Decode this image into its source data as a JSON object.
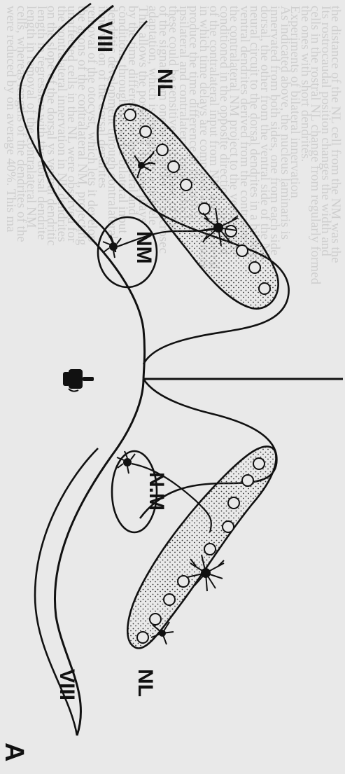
{
  "figure": {
    "panel_letter": "A",
    "labels": {
      "viii_top": "VIII",
      "nl_top": "NL",
      "nm_top": "NM",
      "viii_bottom": "VIII",
      "nl_bottom": "NL",
      "nm_bottom": "N.M"
    },
    "icons": [
      "pointing-hand-icon"
    ],
    "colors": {
      "ink": "#111111",
      "background": "#e9e9e9"
    }
  },
  "background_text": [
    "the distance of the NL cell from the NM was the",
    "Its rostrocaudal position changes the width and",
    "cells in the rostral NL change from regularly formed",
    "the ones with short dendrites.",
    "Experiments of bilateral innervation",
    "As indicated above, the nucleus laminaris is",
    "innervated from both sides, one from each side",
    "dorsal, the other from the ventral side of the NL",
    "neural circuit to the dorsal dendrites in a bilateral",
    "ventral dendrites derived from the contralateral",
    "the contralateral NM project to the ventral side",
    "conditioned in the opposite direction, such that",
    "of the contralateral input from NM and ipsilateral",
    "in which time delays are computed as differences",
    "produce the time difference in the arrival of",
    "ipsilateral and contralateral inputs which",
    "these could be sensitive to the phase of the",
    "of the signal from one to the order of microsec",
    "adaptation, which is thought by a rich ele",
    "This allows the possibility that one plays",
    "by the time difference of ipsilateral and",
    "conditions through the same bilateral input",
    "dendritic development through contralateral",
    "innervation of the dorsal dendrites",
    "removal of the otocyst, which lets it develop",
    "the axons of the contralateral NM, projecting",
    "unaffected cells in the NL were observed for",
    "the contralateral innervation in NL dendrites",
    "on the slope of the dorsal vs ventral dendritic",
    "length in regression with the dorsal dendrite",
    "length in removal of the contralateral NM",
    "cells, whereas lengths of the dendrites of the",
    "were reduced by on average 40%. This ma"
  ]
}
